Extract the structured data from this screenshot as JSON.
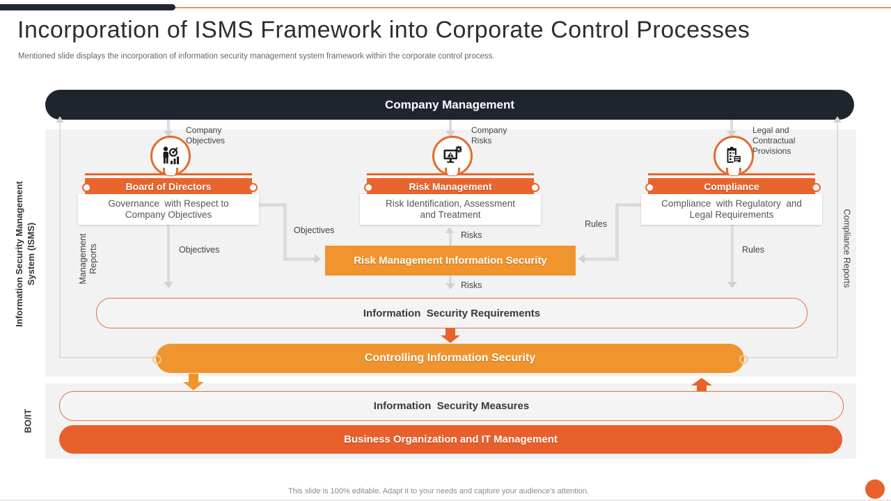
{
  "slide": {
    "title": "Incorporation of ISMS Framework into Corporate Control Processes",
    "subtitle": "Mentioned slide displays the incorporation of  information security management system framework within the corporate control process.",
    "footer": "This slide is 100% editable.  Adapt it to your needs and capture your audience's attention."
  },
  "colors": {
    "accent_dark_orange": "#E8632C",
    "accent_light_orange": "#F0952E",
    "navy": "#20242F",
    "panel_gray": "#F2F2F2",
    "connector_gray": "#DBDBDB"
  },
  "diagram": {
    "company_management": "Company Management",
    "isms_axis": "Information Security Management\nSystem (ISMS)",
    "boit_axis": "BO/IT",
    "columns": [
      {
        "icon": "person-target-chart-icon",
        "top_label": "Company\nObjectives",
        "header": "Board of Directors",
        "description": "Governance  with Respect to\nCompany Objectives"
      },
      {
        "icon": "monitor-alert-gear-icon",
        "top_label": "Company\nRisks",
        "header": "Risk Management",
        "description": "Risk Identification, Assessment\nand Treatment"
      },
      {
        "icon": "clipboard-documents-icon",
        "top_label": "Legal and\nContractual\nProvisions",
        "header": "Compliance",
        "description": "Compliance  with Regulatory  and\nLegal Requirements"
      }
    ],
    "flows": {
      "management_reports": "Management\nReports",
      "compliance_reports": "Compliance Reports",
      "objectives_vertical": "Objectives",
      "objectives_horizontal": "Objectives",
      "risks_up": "Risks",
      "risks_down": "Risks",
      "rules_horizontal": "Rules",
      "rules_vertical": "Rules"
    },
    "center_box": "Risk Management Information  Security",
    "requirements_box": "Information  Security Requirements",
    "controlling_pill": "Controlling Information  Security",
    "measures_box": "Information  Security Measures",
    "business_pill": "Business Organization and IT Management"
  }
}
